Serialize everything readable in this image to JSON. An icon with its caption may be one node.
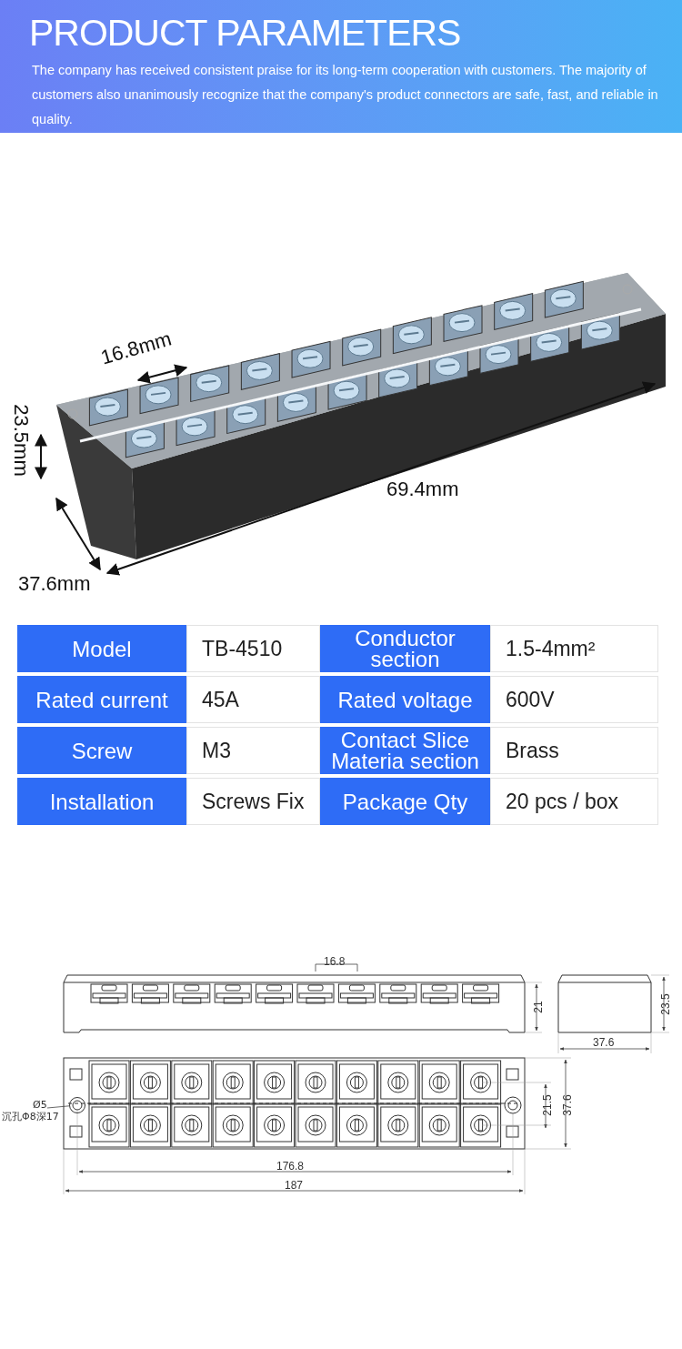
{
  "diagram": {
    "title": "PRODUCT PARAMETERS",
    "nodes": [
      {
        "text": [
          "Ø5",
          "沉孔Φ8深17"
        ]
      },
      {
        "text": [],
        "shape": "circle"
      }
    ],
    "edges": [
      {
        "from": 0,
        "to": 1,
        "arrow": "none"
      }
    ],
    "labels": [
      "The company has received consistent praise for its long-term cooperation with customers. The majority of customers also unanimously recognize that the company's product connectors are safe, fast, and reliable in quality.",
      "16.8mm",
      "23.5mm",
      "69.4mm",
      "37.6mm",
      "Model",
      "TB-4510",
      "Conductor section",
      "1.5-4mm²",
      "Rated current",
      "45A",
      "Rated voltage",
      "600V",
      "Screw",
      "M3",
      "Contact Slice Materia section",
      "Brass",
      "Installation",
      "Screws Fix",
      "Package Qty",
      "20 pcs / box",
      "16.8",
      "21",
      "23.5",
      "37.6",
      "21.5",
      "37.6",
      "176.8",
      "187"
    ]
  }
}
